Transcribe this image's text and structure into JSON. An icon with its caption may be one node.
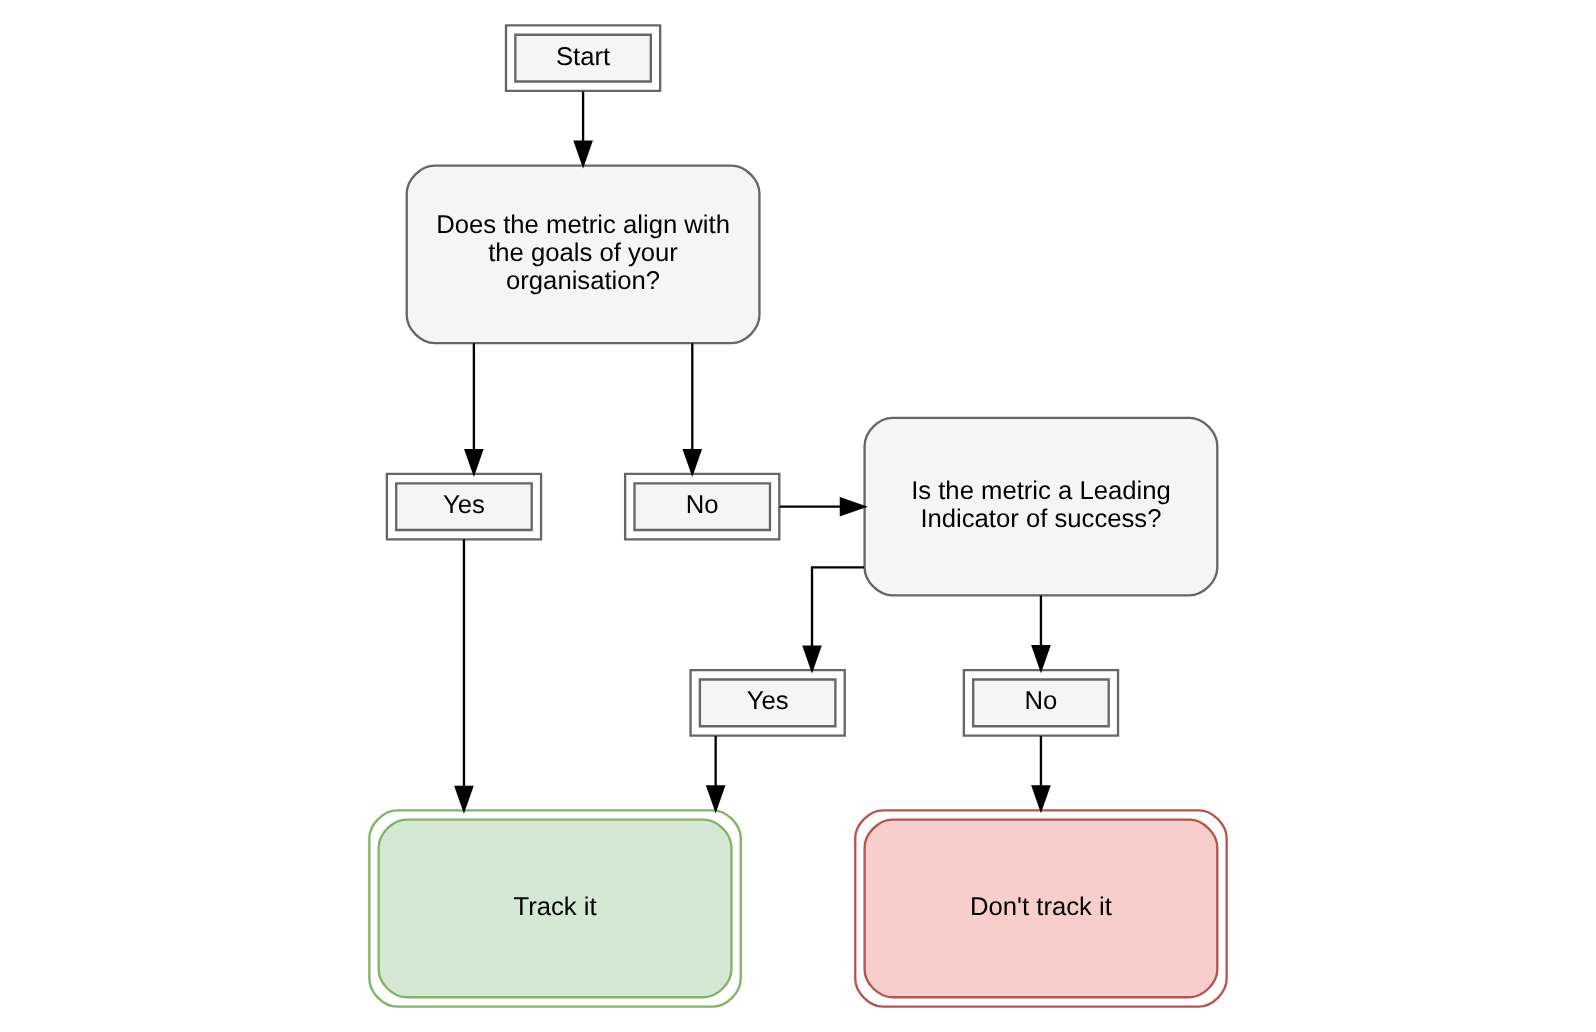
{
  "diagram": {
    "nodes": [
      {
        "text": [
          "Start"
        ]
      },
      {
        "text": [
          "Does the metric align with the goals of your organisation?"
        ]
      },
      {
        "text": [
          "Yes"
        ]
      },
      {
        "text": [
          "No"
        ]
      },
      {
        "text": [
          "Is the metric a Leading Indicator of success?"
        ]
      },
      {
        "text": [
          "Yes"
        ]
      },
      {
        "text": [
          "No"
        ]
      },
      {
        "text": [
          "Track it"
        ]
      },
      {
        "text": [
          "Don't track it"
        ]
      }
    ],
    "edges": [
      {
        "from": 0,
        "to": 1,
        "arrow": "to"
      },
      {
        "from": 1,
        "to": 2,
        "arrow": "to"
      },
      {
        "from": 1,
        "to": 3,
        "arrow": "to"
      },
      {
        "from": 3,
        "to": 4,
        "arrow": "to"
      },
      {
        "from": 4,
        "to": 5,
        "arrow": "to"
      },
      {
        "from": 4,
        "to": 6,
        "arrow": "to"
      },
      {
        "from": 2,
        "to": 7,
        "arrow": "to"
      },
      {
        "from": 5,
        "to": 7,
        "arrow": "to"
      },
      {
        "from": 6,
        "to": 8,
        "arrow": "to"
      }
    ]
  }
}
